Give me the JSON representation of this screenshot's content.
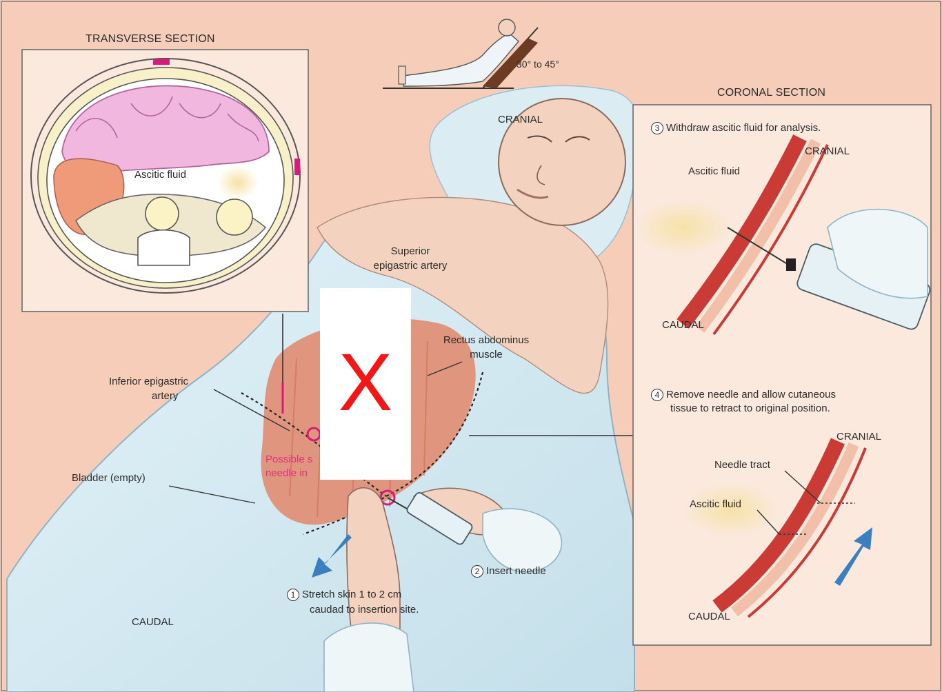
{
  "panels": {
    "transverse": {
      "title": "TRANSVERSE SECTION",
      "fluid_label": "Ascitic fluid"
    },
    "coronal": {
      "title": "CORONAL SECTION",
      "step3": {
        "number": "3",
        "text": "Withdraw ascitic fluid for analysis."
      },
      "upper": {
        "cranial": "CRANIAL",
        "fluid": "Ascitic fluid",
        "caudal": "CAUDAL"
      },
      "step4": {
        "number": "4",
        "line1": "Remove needle and allow cutaneous",
        "line2": "tissue to retract to original  position."
      },
      "lower": {
        "cranial": "CRANIAL",
        "tract": "Needle tract",
        "fluid": "Ascitic fluid",
        "caudal": "CAUDAL"
      }
    }
  },
  "positioning": {
    "angle": "30° to 45°"
  },
  "main": {
    "cranial": "CRANIAL",
    "caudal": "CAUDAL",
    "superior_artery": {
      "line1": "Superior",
      "line2": "epigastric artery"
    },
    "rectus": {
      "line1": "Rectus abdominus",
      "line2": "muscle"
    },
    "inferior_artery": {
      "line1": "Inferior epigastric",
      "line2": "artery"
    },
    "bladder": "Bladder (empty)",
    "possible_site": {
      "line1": "Possible s",
      "line2": "needle in"
    },
    "step1": {
      "number": "1",
      "line1": "Stretch skin 1 to 2 cm",
      "line2": "caudad to insertion site."
    },
    "step2": {
      "number": "2",
      "text": "Insert needle"
    }
  },
  "redaction": {
    "mark": "X"
  },
  "colors": {
    "background": "#f6cdb9",
    "drape": "#cfe6f0",
    "skin": "#f3d3bf",
    "muscle": "#e2866a",
    "marker": "#d81b7a",
    "arrow": "#3a7fc0",
    "mark": "#f21616"
  }
}
